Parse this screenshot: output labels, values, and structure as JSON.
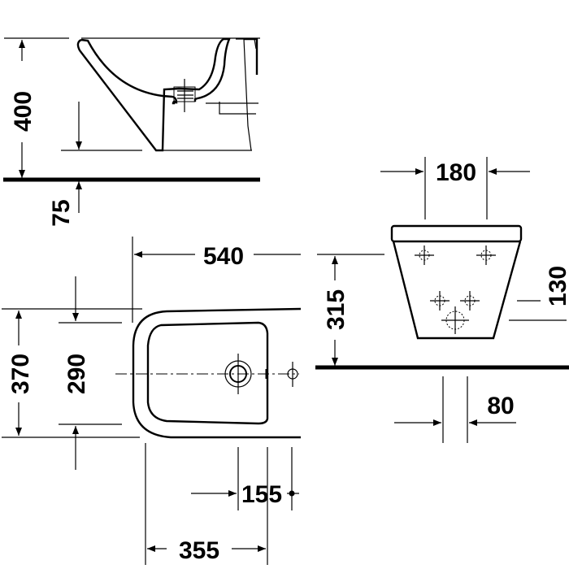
{
  "drawing": {
    "side_view": {
      "height_label": "400",
      "floor_offset_label": "75"
    },
    "front_view": {
      "width_label": "180",
      "height_label": "315",
      "inlet_label": "130",
      "spacing_label": "80"
    },
    "plan_view": {
      "length_label": "540",
      "outer_width_label": "370",
      "inner_width_label": "290",
      "tap_offset_label": "155",
      "tap_position_label": "355"
    },
    "colors": {
      "line": "#000000",
      "background": "#ffffff"
    }
  }
}
